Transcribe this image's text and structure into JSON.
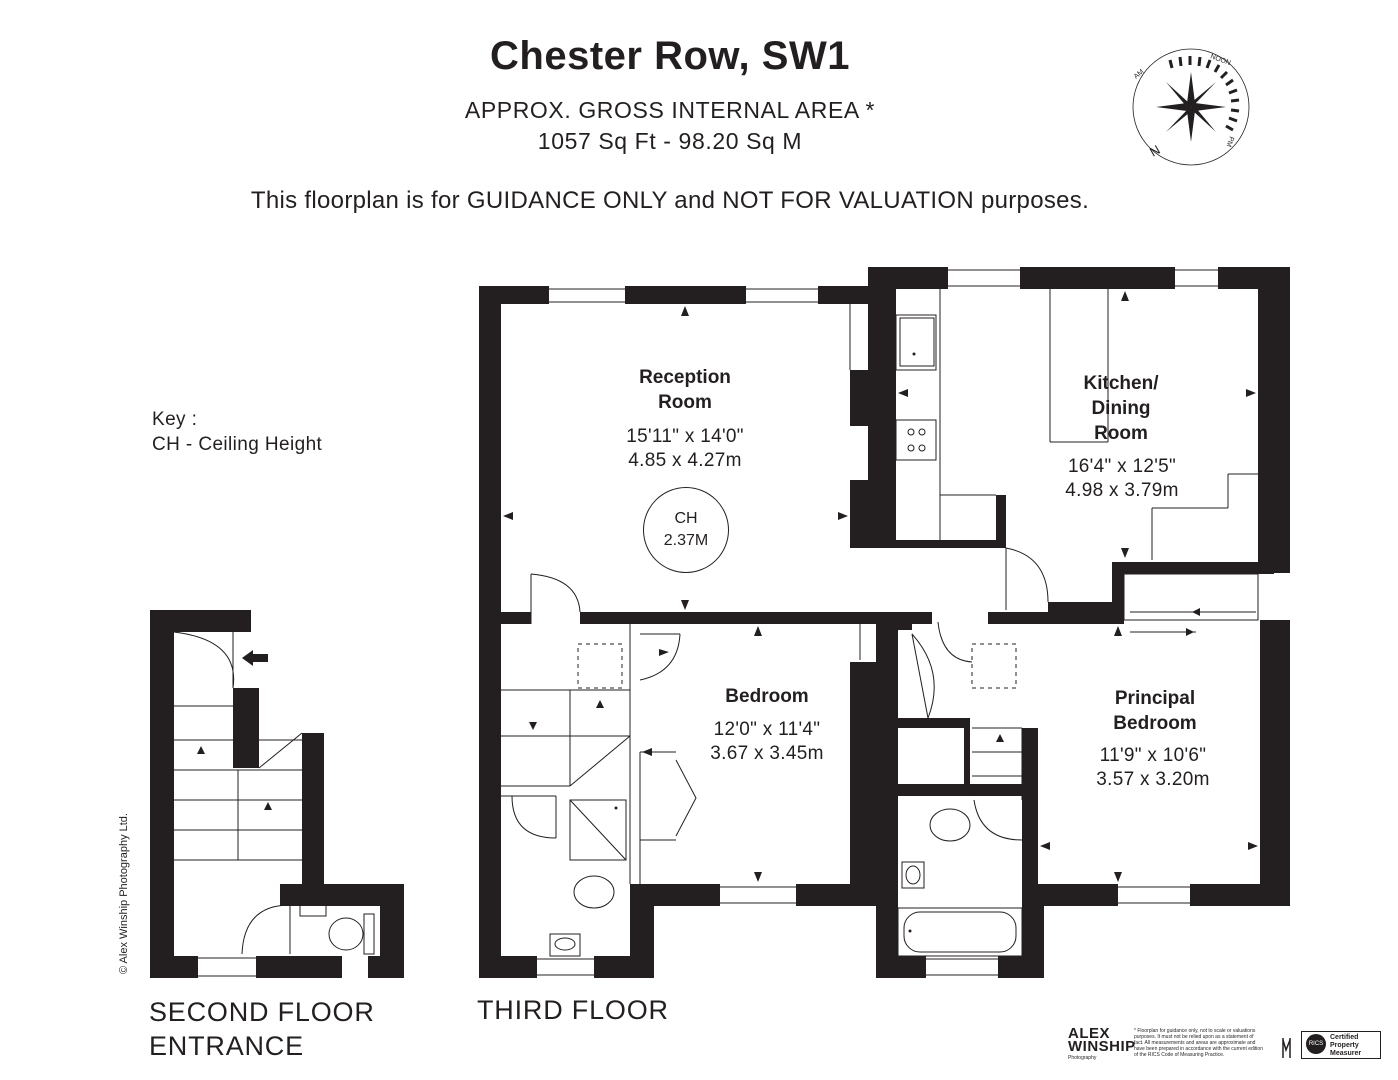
{
  "header": {
    "title": "Chester Row, SW1",
    "area_label": "APPROX. GROSS INTERNAL  AREA *",
    "area_values": "1057 Sq Ft  -  98.20 Sq M",
    "guidance": "This floorplan is for GUIDANCE ONLY and NOT FOR VALUATION purposes."
  },
  "compass": {
    "am": "AM",
    "noon": "NOON",
    "pm": "PM",
    "north": "N"
  },
  "key": {
    "title": "Key :",
    "item": "CH - Ceiling Height"
  },
  "rooms": {
    "reception": {
      "name": "Reception\nRoom",
      "imperial": "15'11\" x 14'0\"",
      "metric": "4.85 x 4.27m"
    },
    "ceiling": {
      "label": "CH",
      "value": "2.37M"
    },
    "kitchen": {
      "name": "Kitchen/\nDining\nRoom",
      "imperial": "16'4\" x 12'5\"",
      "metric": "4.98 x 3.79m"
    },
    "bedroom": {
      "name": "Bedroom",
      "imperial": "12'0\" x 11'4\"",
      "metric": "3.67 x 3.45m"
    },
    "principal": {
      "name": "Principal\nBedroom",
      "imperial": "11'9\" x 10'6\"",
      "metric": "3.57 x 3.20m"
    }
  },
  "floors": {
    "second": "SECOND FLOOR\nENTRANCE",
    "third": "THIRD FLOOR"
  },
  "footer": {
    "copyright": "© Alex Winship Photography Ltd.",
    "logo_line1": "ALEX",
    "logo_line2": "WINSHIP",
    "logo_sub": "Photography",
    "disclaimer": "* Floorplan for guidance only, not to scale or valuations purposes. It must not be relied upon as a statement of fact. All measurements and areas are approximate and have been prepared in accordance with the current edition of the RICS Code of Measuring Practice.",
    "rics": "RICS",
    "badge": "Certified\nProperty\nMeasurer"
  }
}
